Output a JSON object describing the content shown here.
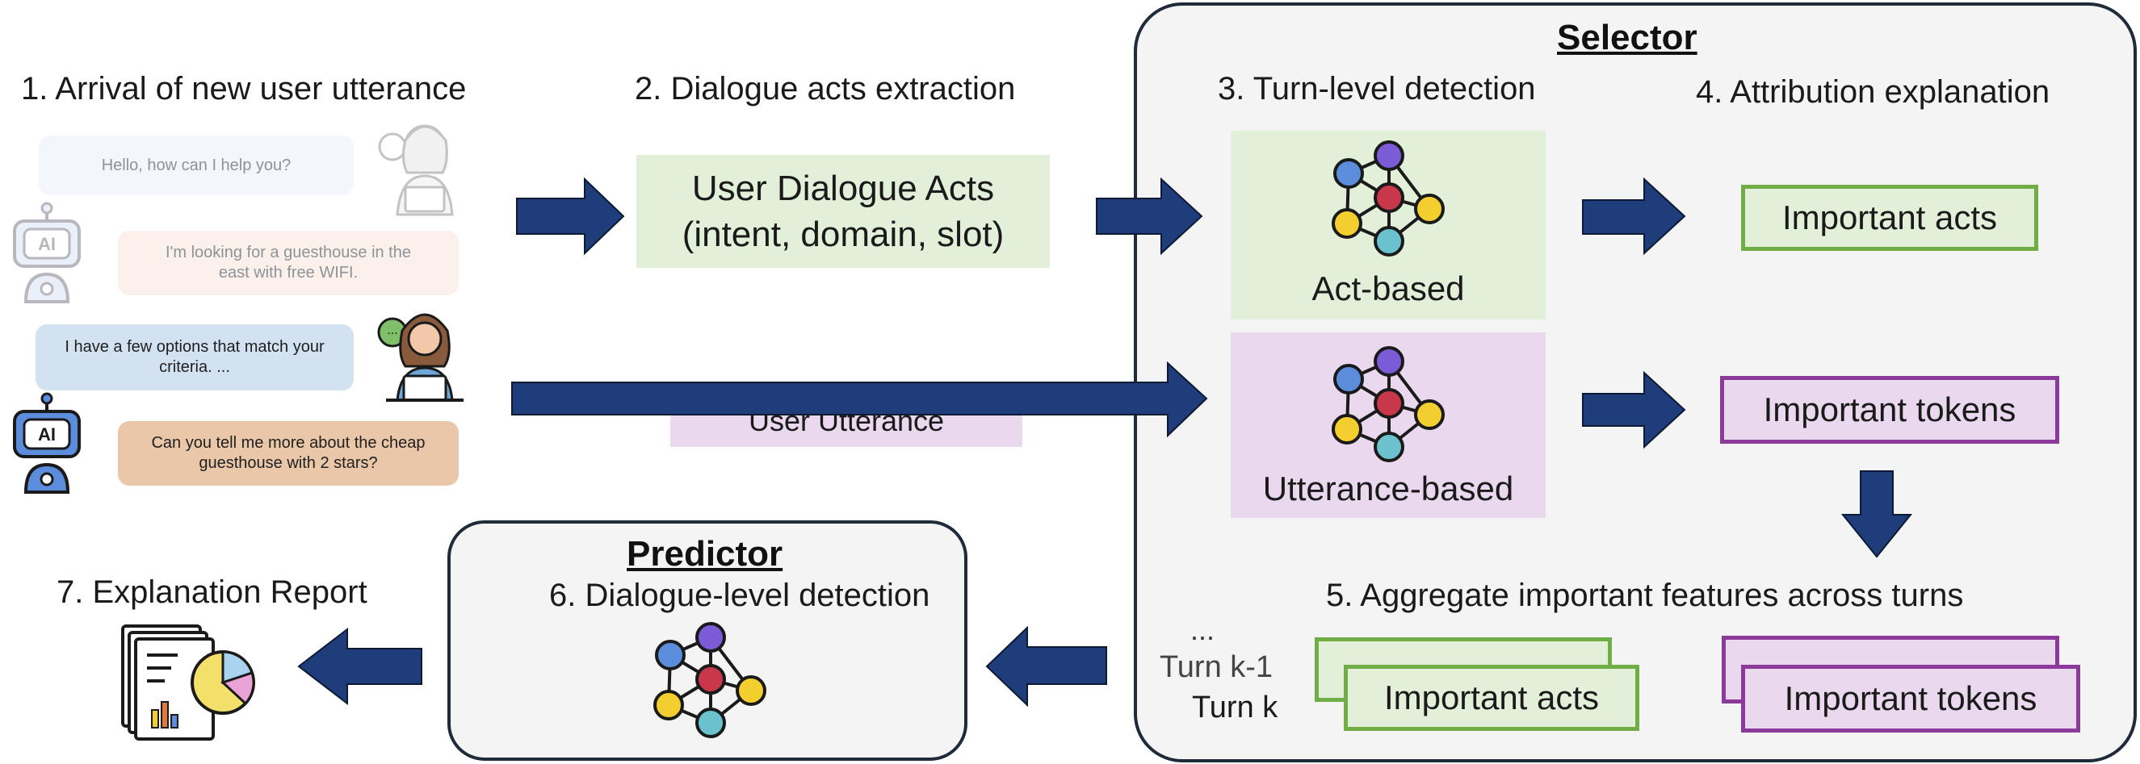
{
  "steps": {
    "s1": "1. Arrival of new user utterance",
    "s2": "2. Dialogue acts extraction",
    "s3": "3. Turn-level detection",
    "s4": "4. Attribution explanation",
    "s5": "5. Aggregate important features across turns",
    "s6": "6. Dialogue-level detection",
    "s7": "7. Explanation Report"
  },
  "panels": {
    "selector": "Selector",
    "predictor": "Predictor"
  },
  "dialogue": [
    {
      "speaker": "agent",
      "text": "Hello, how can I help you?"
    },
    {
      "speaker": "user",
      "text": "I'm looking for a guesthouse in the east with free WIFI."
    },
    {
      "speaker": "agent",
      "text": "I have a few options that match your criteria. ..."
    },
    {
      "speaker": "user",
      "text": "Can you tell me more about the cheap guesthouse with 2 stars?"
    }
  ],
  "avatar_label": "AI",
  "acts_box": {
    "line1": "User Dialogue Acts",
    "line2": "(intent, domain, slot)"
  },
  "utterance_label": "User Utterance",
  "detectors": {
    "act": "Act-based",
    "utterance": "Utterance-based"
  },
  "outputs": {
    "acts": "Important acts",
    "tokens": "Important tokens"
  },
  "turns": {
    "ellipsis": "...",
    "prev": "Turn k-1",
    "current": "Turn k"
  },
  "colors": {
    "arrow": "#1f3d7a",
    "green_fill": "#e2f0d9",
    "green_border": "#70ad47",
    "pink_fill": "#ead8ee",
    "pink_border": "#8b3a9a"
  }
}
